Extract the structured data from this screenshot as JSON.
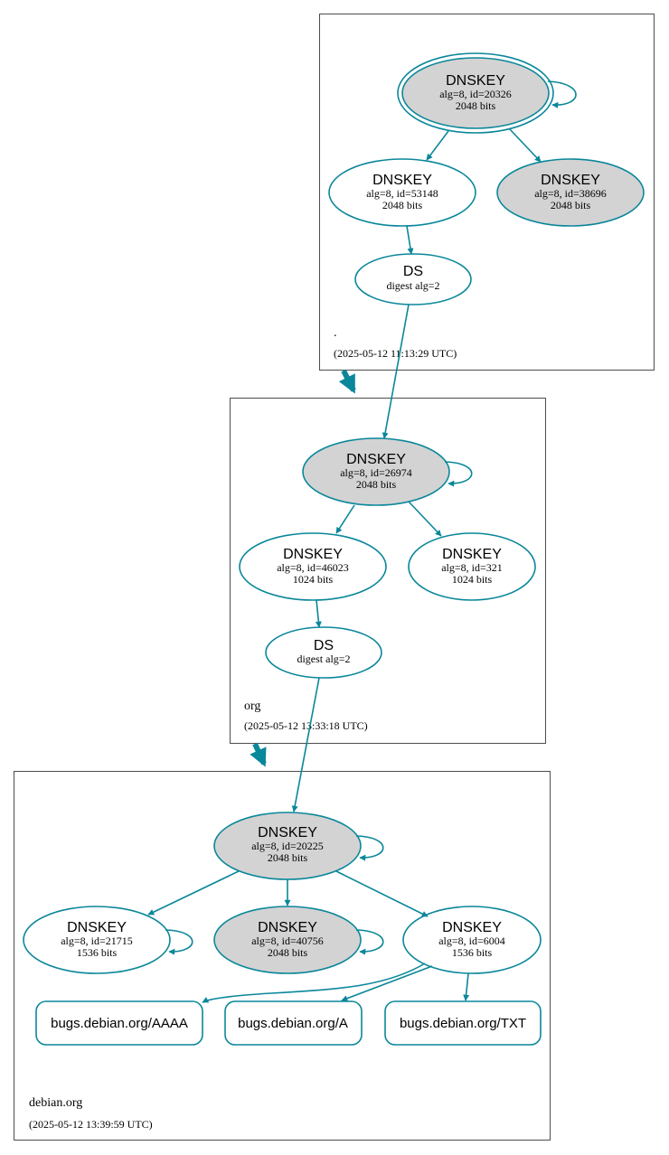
{
  "colors": {
    "edge": "#0a879a",
    "key_fill_selfsigned": "#d3d3d3",
    "key_fill_plain": "#ffffff",
    "zone_border": "#4d4d4d"
  },
  "zones": {
    "root": {
      "name": ".",
      "timestamp": "(2025-05-12 11:13:29 UTC)",
      "ksk": {
        "type": "DNSKEY",
        "alg_id": "alg=8, id=20326",
        "bits": "2048 bits"
      },
      "zsk": {
        "type": "DNSKEY",
        "alg_id": "alg=8, id=53148",
        "bits": "2048 bits"
      },
      "standby": {
        "type": "DNSKEY",
        "alg_id": "alg=8, id=38696",
        "bits": "2048 bits"
      },
      "ds": {
        "type": "DS",
        "digest": "digest alg=2"
      }
    },
    "org": {
      "name": "org",
      "timestamp": "(2025-05-12 13:33:18 UTC)",
      "ksk": {
        "type": "DNSKEY",
        "alg_id": "alg=8, id=26974",
        "bits": "2048 bits"
      },
      "zsk": {
        "type": "DNSKEY",
        "alg_id": "alg=8, id=46023",
        "bits": "1024 bits"
      },
      "zsk2": {
        "type": "DNSKEY",
        "alg_id": "alg=8, id=321",
        "bits": "1024 bits"
      },
      "ds": {
        "type": "DS",
        "digest": "digest alg=2"
      }
    },
    "debian": {
      "name": "debian.org",
      "timestamp": "(2025-05-12 13:39:59 UTC)",
      "ksk": {
        "type": "DNSKEY",
        "alg_id": "alg=8, id=20225",
        "bits": "2048 bits"
      },
      "key_21715": {
        "type": "DNSKEY",
        "alg_id": "alg=8, id=21715",
        "bits": "1536 bits"
      },
      "key_40756": {
        "type": "DNSKEY",
        "alg_id": "alg=8, id=40756",
        "bits": "2048 bits"
      },
      "key_6004": {
        "type": "DNSKEY",
        "alg_id": "alg=8, id=6004",
        "bits": "1536 bits"
      },
      "records": {
        "aaaa": "bugs.debian.org/AAAA",
        "a": "bugs.debian.org/A",
        "txt": "bugs.debian.org/TXT"
      }
    }
  }
}
